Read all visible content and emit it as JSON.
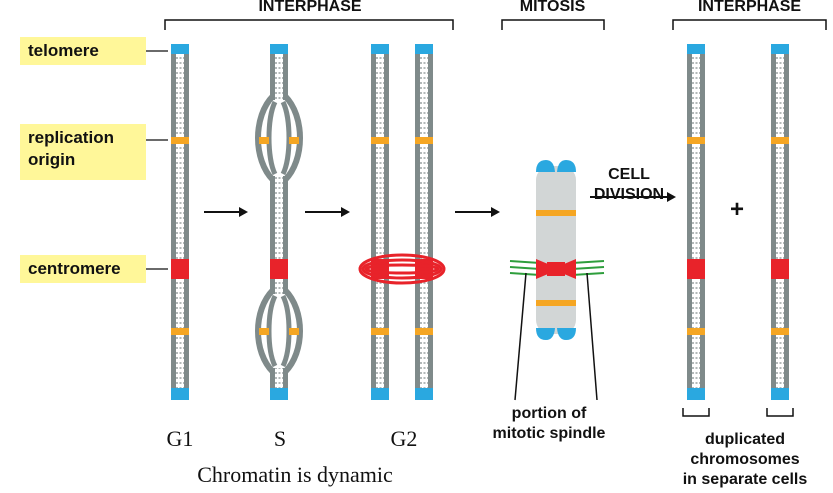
{
  "labels": {
    "telomere": "telomere",
    "replication_origin_line1": "replication",
    "replication_origin_line2": "origin",
    "centromere": "centromere"
  },
  "headers": {
    "interphase_left": "INTERPHASE",
    "mitosis": "MITOSIS",
    "interphase_right": "INTERPHASE"
  },
  "cell_division": {
    "line1": "CELL",
    "line2": "DIVISION"
  },
  "plus_sign": "+",
  "spindle_caption": {
    "line1": "portion of",
    "line2": "mitotic spindle"
  },
  "duplicated_caption": {
    "line1": "duplicated",
    "line2": "chromosomes",
    "line3": "in separate cells"
  },
  "phases": {
    "g1": "G1",
    "s": "S",
    "g2": "G2"
  },
  "footer_caption": "Chromatin is dynamic",
  "colors": {
    "chromatid": "#7f8a8a",
    "telomere": "#2aa8e0",
    "origin": "#f5a623",
    "centromere": "#e8232a",
    "spindle": "#2e9e3c",
    "mitotic_chromosome": "#d2d6d6",
    "label_bg": "#fff799"
  }
}
